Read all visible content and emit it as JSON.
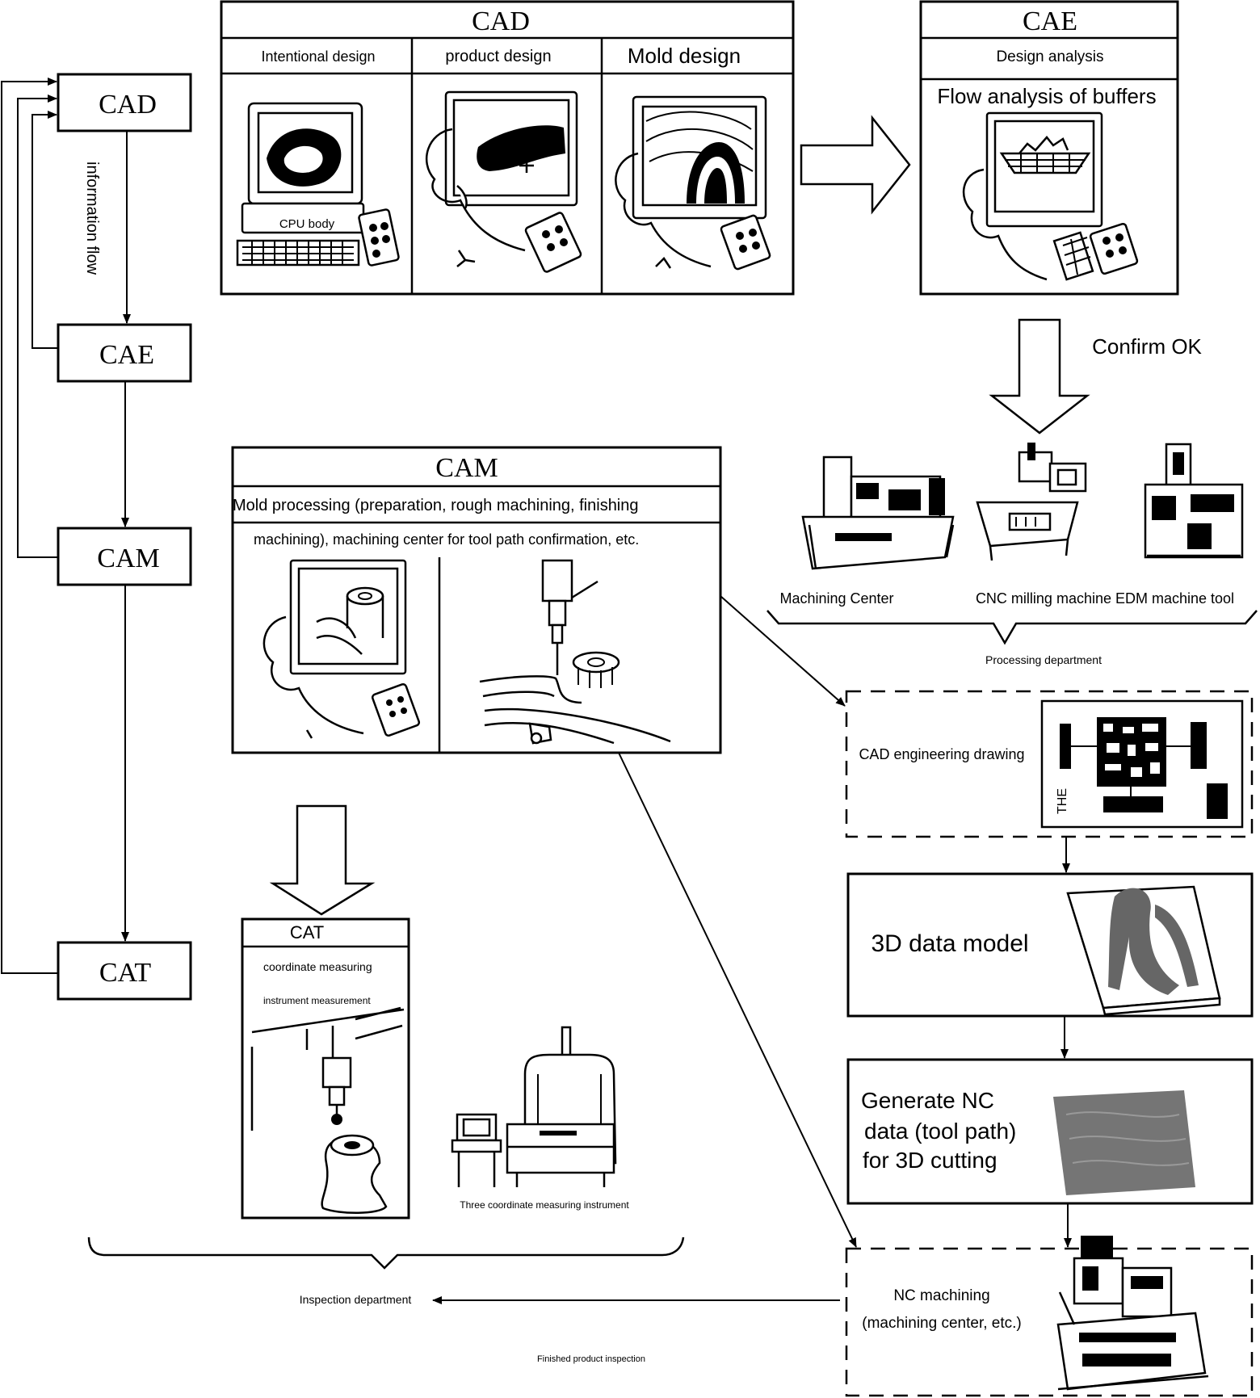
{
  "flow": {
    "cad": "CAD",
    "cae": "CAE",
    "cam": "CAM",
    "cat": "CAT",
    "info_flow": "information flow"
  },
  "cad_panel": {
    "title": "CAD",
    "col1": "Intentional design",
    "col2": "product design",
    "col3": "Mold design",
    "cpu_body": "CPU body"
  },
  "cae_panel": {
    "title": "CAE",
    "subtitle": "Design analysis",
    "flow_analysis": "Flow analysis of buffers"
  },
  "confirm_ok": "Confirm OK",
  "machines": {
    "machining_center": "Machining Center",
    "cnc_edm": "CNC milling machine EDM machine tool",
    "processing_department": "Processing department"
  },
  "cam_panel": {
    "title": "CAM",
    "line1": "Mold processing (preparation, rough machining, finishing",
    "line2": "machining), machining center for tool path confirmation, etc."
  },
  "cad_drawing": {
    "label": "CAD engineering drawing",
    "mark": "THE"
  },
  "model3d": "3D data model",
  "nc_data": {
    "line1": "Generate NC",
    "line2": "data (tool path)",
    "line3": "for 3D cutting"
  },
  "nc_machining": {
    "line1": "NC machining",
    "line2": "(machining center, etc.)"
  },
  "cat_panel": {
    "title": "CAT",
    "line1": "coordinate measuring",
    "line2": "instrument measurement",
    "cmm": "Three coordinate measuring instrument"
  },
  "inspection_department": "Inspection department",
  "finished_inspection": "Finished product inspection"
}
